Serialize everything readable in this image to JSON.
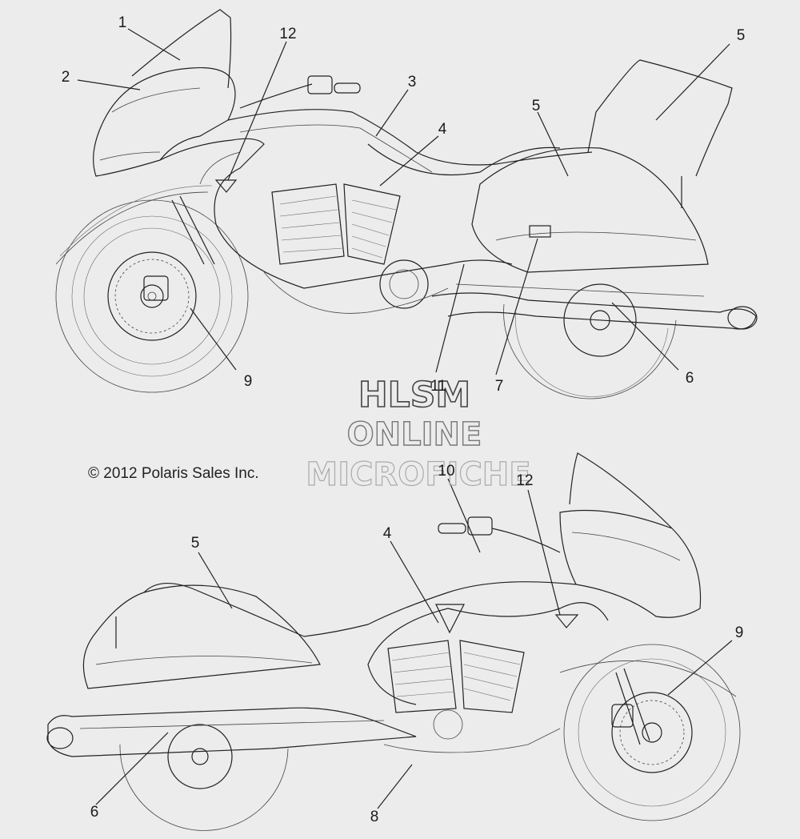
{
  "copyright": "© 2012 Polaris Sales Inc.",
  "watermark": {
    "line1": "HLSM",
    "line2": "ONLINE",
    "line3": "MICROFICHE"
  },
  "callouts": {
    "top": [
      "1",
      "2",
      "12",
      "3",
      "4",
      "5",
      "5",
      "9",
      "11",
      "7",
      "6"
    ],
    "bottom": [
      "10",
      "12",
      "4",
      "5",
      "9",
      "6",
      "8"
    ]
  }
}
